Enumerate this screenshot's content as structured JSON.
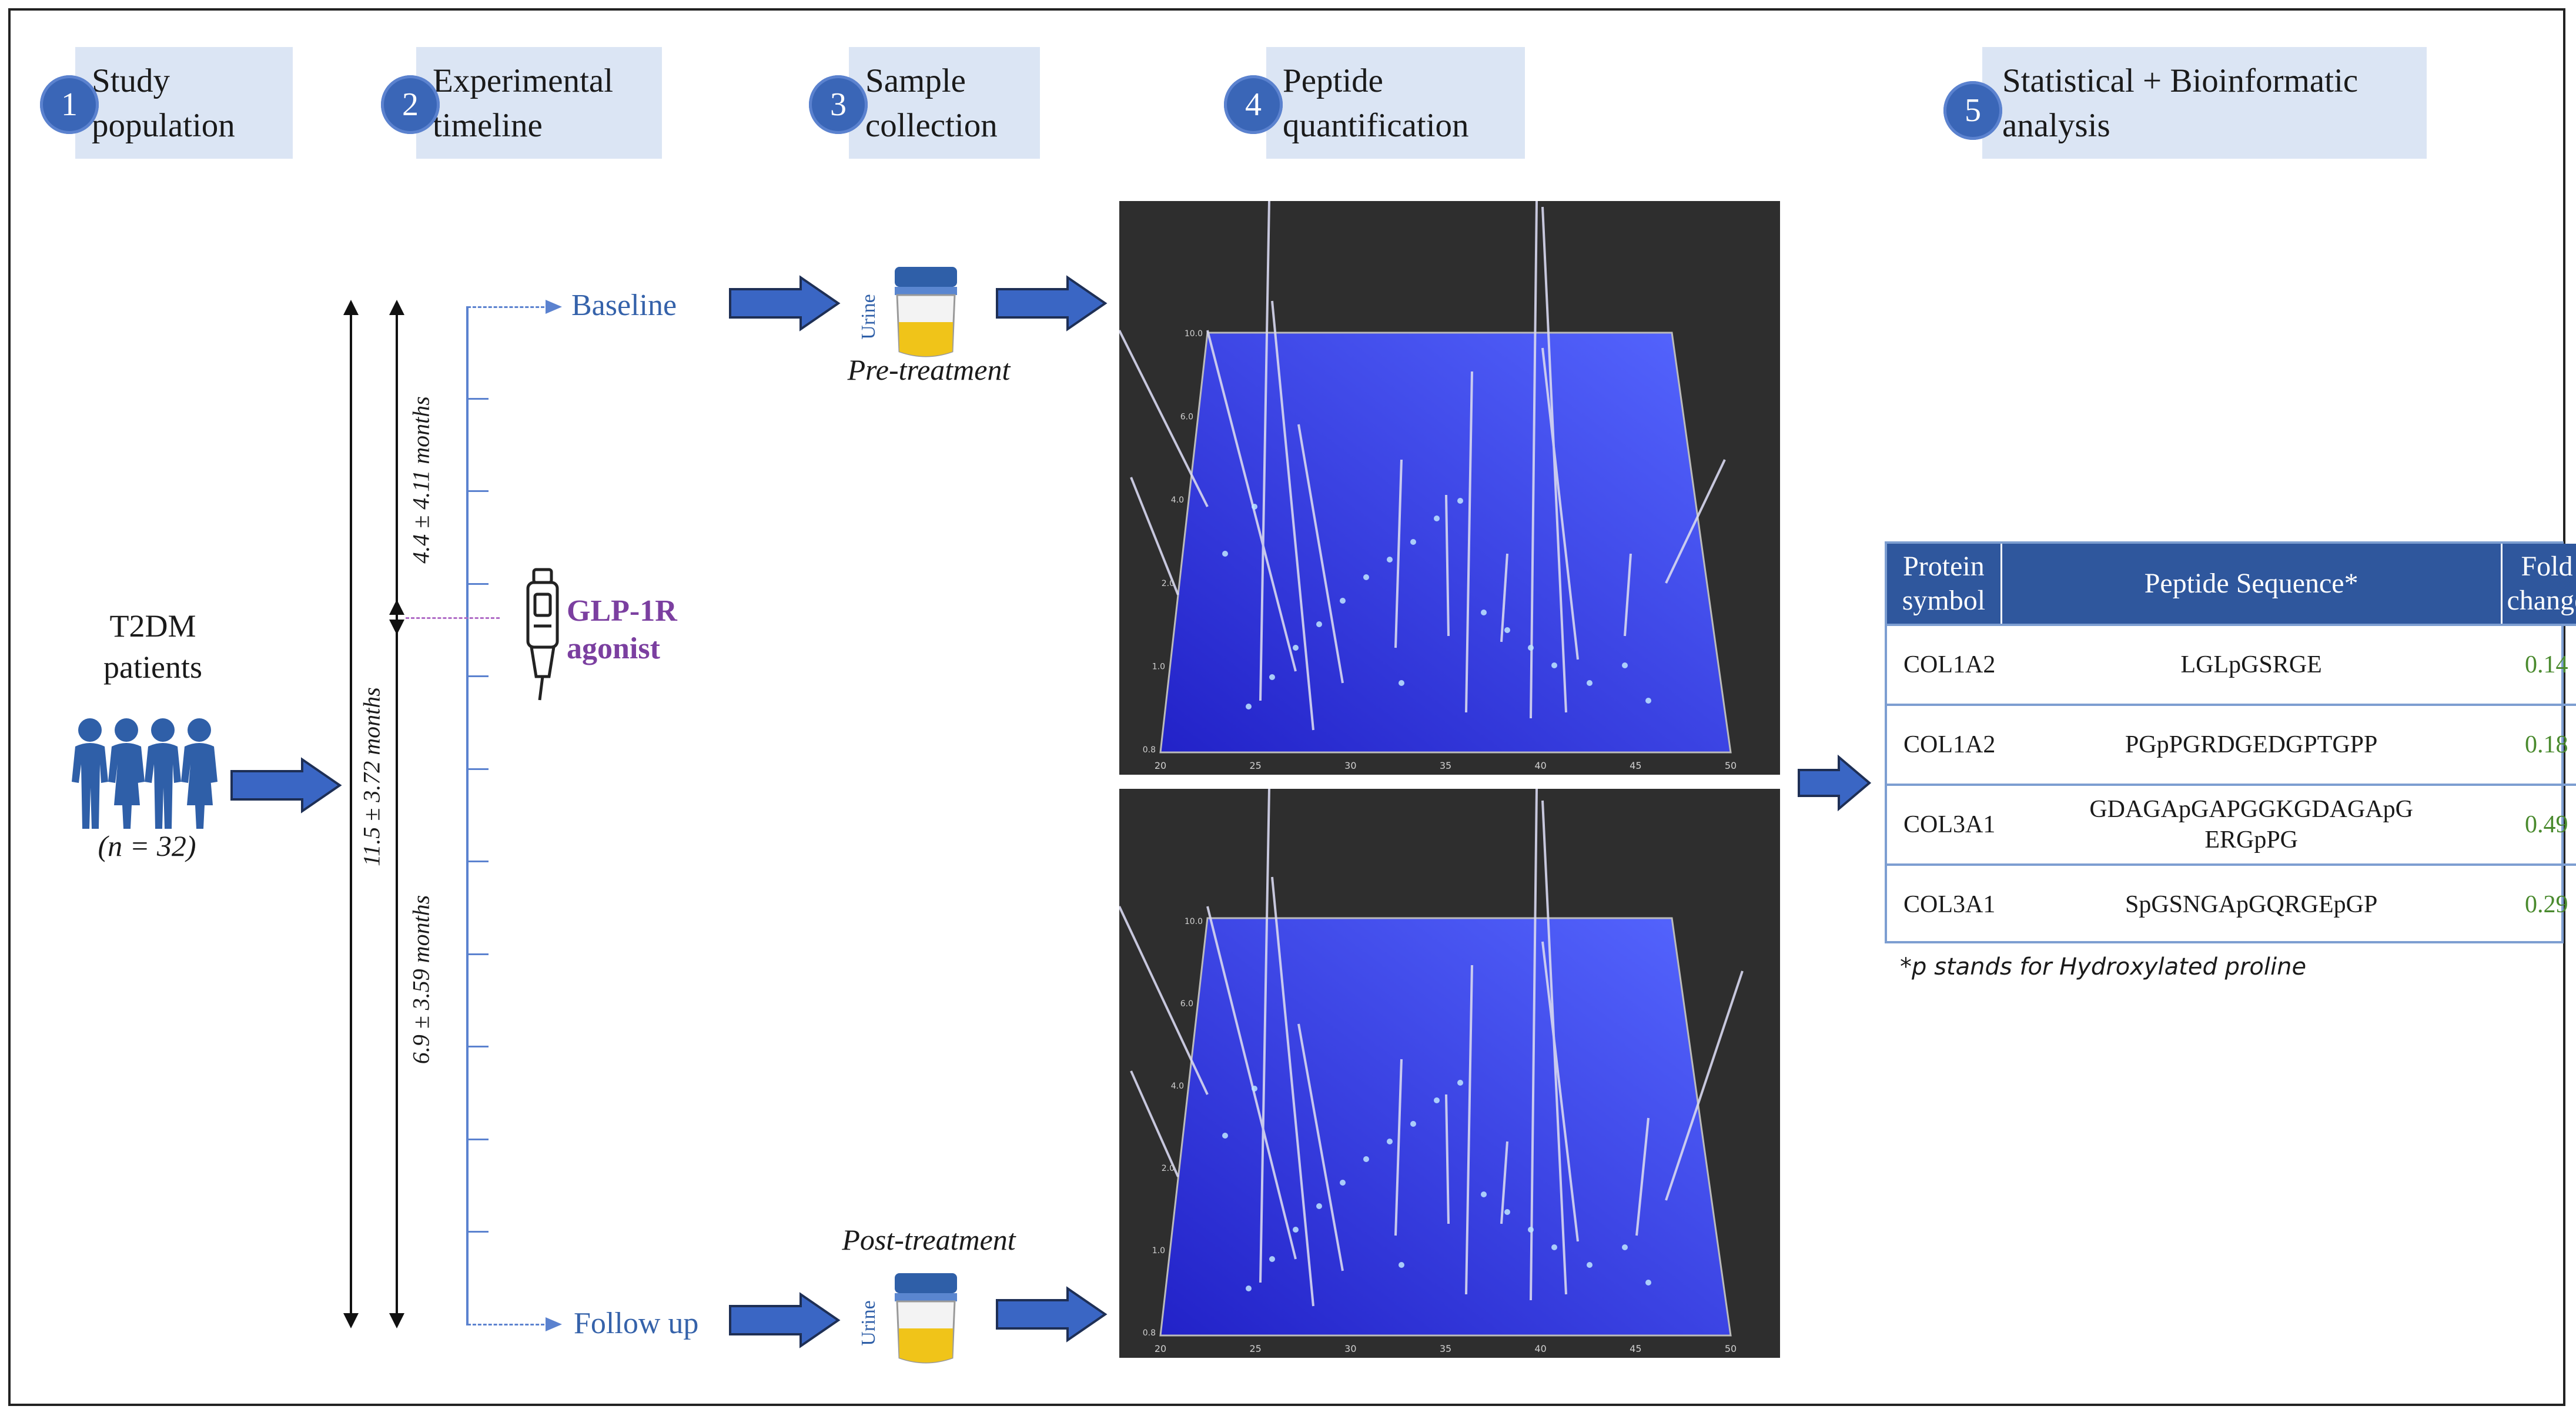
{
  "steps": [
    {
      "num": "1",
      "line1": "Study",
      "line2": "population"
    },
    {
      "num": "2",
      "line1": "Experimental",
      "line2": "timeline"
    },
    {
      "num": "3",
      "line1": "Sample",
      "line2": "collection"
    },
    {
      "num": "4",
      "line1": "Peptide",
      "line2": "quantification"
    },
    {
      "num": "5",
      "line1": "Statistical + Bioinformatic",
      "line2": "analysis"
    }
  ],
  "population": {
    "label_line1": "T2DM",
    "label_line2": "patients",
    "n": "(n = 32)"
  },
  "timeline": {
    "total": "11.5 ± 3.72 months",
    "pre": "4.4 ± 4.11 months",
    "post": "6.9 ± 3.59 months",
    "baseline": "Baseline",
    "followup": "Follow up",
    "drug_line1": "GLP-1R",
    "drug_line2": "agonist"
  },
  "samples": {
    "urine": "Urine",
    "pre": "Pre-treatment",
    "post": "Post-treatment"
  },
  "colors": {
    "accent": "#3a66b7",
    "box_fill": "#dbe5f4",
    "drug": "#7b3fa0",
    "fold": "#4a8a2e",
    "header": "#2f579d"
  },
  "peptide_table": {
    "headers": [
      "Protein symbol",
      "Peptide Sequence*",
      "Fold change"
    ],
    "rows": [
      {
        "protein": "COL1A2",
        "sequence": "LGLpGSRGE",
        "fold": "0.14"
      },
      {
        "protein": "COL1A2",
        "sequence": "PGpPGRDGEDGPTGPP",
        "fold": "0.18"
      },
      {
        "protein": "COL3A1",
        "sequence": "GDAGApGAPGGKGDAGApG ERGpPG",
        "fold": "0.49"
      },
      {
        "protein": "COL3A1",
        "sequence": "SpGSNGApGQRGEpGP",
        "fold": "0.29"
      }
    ],
    "footnote": "*p stands for Hydroxylated proline"
  },
  "panels": [
    {
      "x_ticks": [
        "20",
        "25",
        "30",
        "35",
        "40",
        "45",
        "50"
      ],
      "y_ticks": [
        "0.8",
        "1.0",
        "2.0",
        "4.0",
        "6.0",
        "10.0"
      ]
    },
    {
      "x_ticks": [
        "20",
        "25",
        "30",
        "35",
        "40",
        "45",
        "50"
      ],
      "y_ticks": [
        "0.8",
        "1.0",
        "2.0",
        "4.0",
        "6.0",
        "10.0"
      ]
    }
  ]
}
